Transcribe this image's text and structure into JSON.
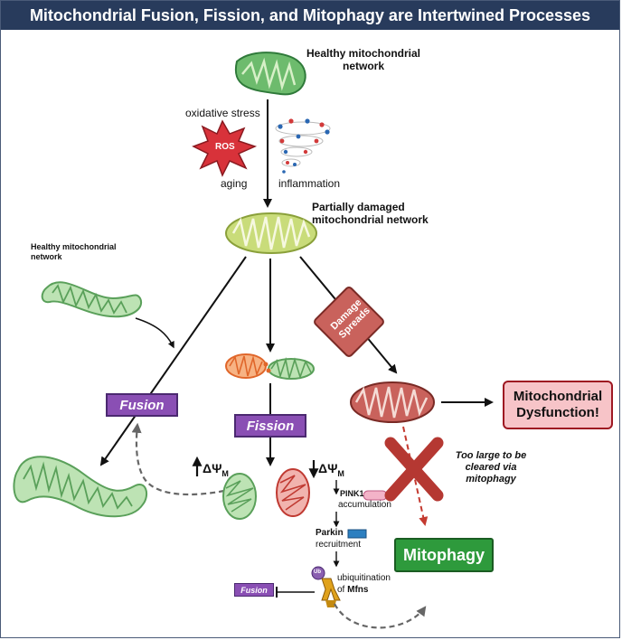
{
  "title": "Mitochondrial Fusion, Fission, and Mitophagy are Intertwined Processes",
  "labels": {
    "healthy_network_top": "Healthy mitochondrial network",
    "oxidative_stress": "oxidative stress",
    "ros": "ROS",
    "aging": "aging",
    "inflammation": "inflammation",
    "partially_damaged": "Partially damaged mitochondrial network",
    "healthy_network_left": "Healthy mitochondrial network",
    "damage_spreads": "Damage Spreads",
    "fusion": "Fusion",
    "fission": "Fission",
    "mito_dysfunction": "Mitochondrial Dysfunction!",
    "too_large": "Too large to be cleared via mitophagy",
    "delta_psi": "ΔΨ",
    "delta_psi_sub": "M",
    "pink1": "PINK1",
    "accumulation": "accumulation",
    "parkin": "Parkin",
    "recruitment": "recruitment",
    "ubiquitination": "ubiquitination",
    "of": "of",
    "mfns": "Mfns",
    "ub": "Ub",
    "fusion_small": "Fusion",
    "mitophagy": "Mitophagy"
  },
  "colors": {
    "title_bar": "#283b5c",
    "healthy_green": "#6dbb6d",
    "damaged_yellow": "#c9dc7a",
    "damaged_red": "#c9625c",
    "ros_red": "#d8323a",
    "purple_box": "#8a4fb4",
    "mitophagy_green": "#2e9a3c",
    "dysfunction_pink": "#f7c4c8"
  }
}
